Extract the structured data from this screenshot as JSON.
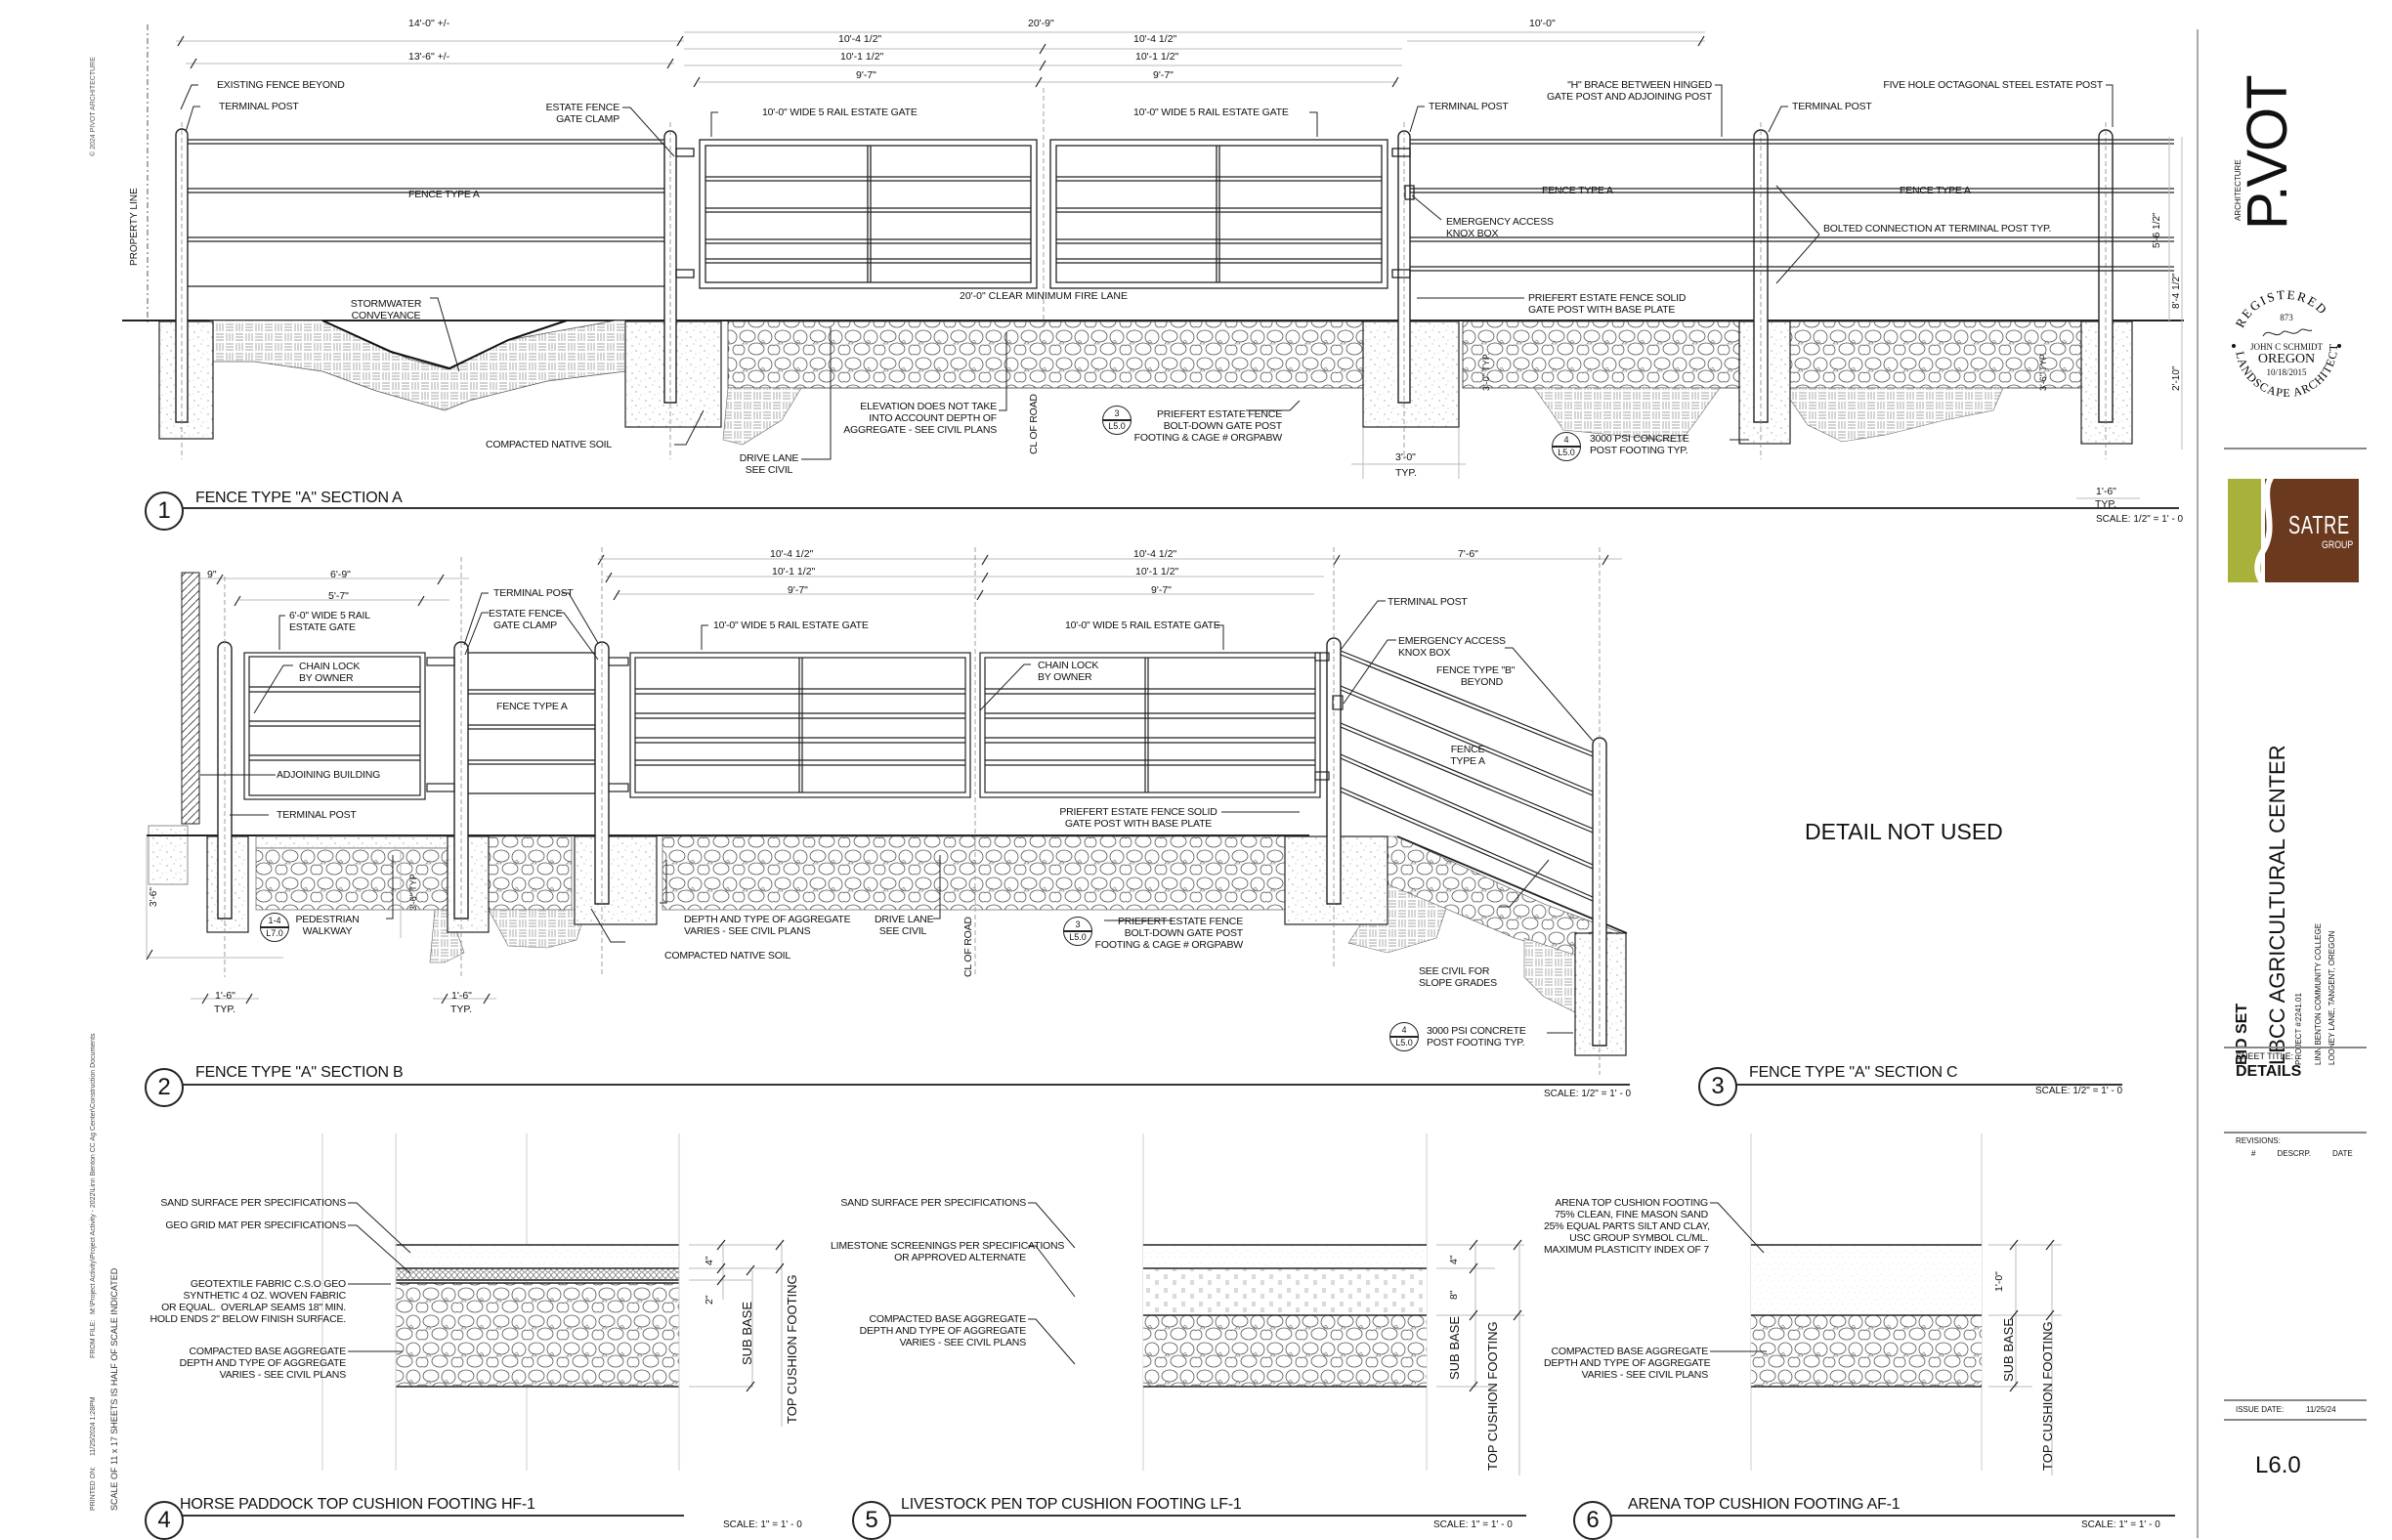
{
  "sheet": {
    "number": "L6.0",
    "title_label": "SHEET TITLE:",
    "title": "DETAILS",
    "set": "BID SET",
    "project_name": "LBCC AGRICULTURAL CENTER",
    "project_number_label": "PROJECT #:",
    "project_number": "2241.01",
    "client": "LINN BENTON COMMUNITY COLLEGE",
    "location": "LOONEY LANE, TANGENT, OREGON",
    "revisions_label": "REVISIONS:",
    "revisions_columns": [
      "#",
      "DESCRP.",
      "DATE"
    ],
    "issue_date_label": "ISSUE DATE:",
    "issue_date": "11/25/24"
  },
  "branding": {
    "firm_logo": "P.VOT",
    "firm_logo_sub": "ARCHITECTURE",
    "consultant_logo": "SATRE",
    "consultant_logo_sub": "GROUP",
    "consultant_colors": {
      "green": "#a8b23a",
      "brown": "#6b3a1e"
    },
    "stamp": {
      "top": "REGISTERED",
      "number": "873",
      "name": "JOHN C SCHMIDT",
      "state": "OREGON",
      "date": "10/18/2015",
      "bottom": "LANDSCAPE ARCHITECT"
    }
  },
  "margin": {
    "copyright": "© 2024 PIVOT ARCHITECTURE",
    "printed_on_label": "PRINTED ON:",
    "printed_on": "11/25/2024 1:28PM",
    "from_file_label": "FROM FILE:",
    "from_file": "M:\\Project Activity\\Project Activity - 2022\\Linn Benton CC Ag Center\\Construction Documents",
    "scale_note": "SCALE OF 11 x 17 SHEETS IS HALF OF SCALE INDICATED",
    "property_line": "PROPERTY LINE"
  },
  "details": [
    {
      "num": "1",
      "title": "FENCE TYPE \"A\" SECTION A",
      "scale": "SCALE: 1/2\" = 1' - 0",
      "dims": {
        "d14": "14'-0\" +/-",
        "d13": "13'-6\" +/-",
        "d209": "20'-9\"",
        "d1045a": "10'-4 1/2\"",
        "d1015a": "10'-1 1/2\"",
        "d97a": "9'-7\"",
        "d1045b": "10'-4 1/2\"",
        "d1015b": "10'-1 1/2\"",
        "d97b": "9'-7\"",
        "d100": "10'-0\"",
        "d200": "20'-0\" CLEAR MINIMUM FIRE LANE",
        "d30": "3'-0\"",
        "typ": "TYP.",
        "d30v": "3'-0\" TYP.",
        "d36v": "3'-6\" TYP.",
        "d16": "1'-6\"",
        "d5612": "5'-6 1/2\"",
        "d8412": "8'-4 1/2\"",
        "d210": "2'-10\""
      },
      "labels": {
        "existing_fence": "EXISTING FENCE BEYOND",
        "terminal_post": "TERMINAL POST",
        "gate_clamp": "ESTATE FENCE\nGATE CLAMP",
        "gate_left": "10'-0\" WIDE 5 RAIL ESTATE GATE",
        "gate_right": "10'-0\" WIDE 5 RAIL ESTATE GATE",
        "fence_type_a": "FENCE TYPE A",
        "stormwater": "STORMWATER\nCONVEYANCE",
        "compacted_soil": "COMPACTED NATIVE SOIL",
        "drive_lane": "DRIVE LANE\nSEE CIVIL",
        "elevation_note": "ELEVATION DOES NOT TAKE\nINTO ACCOUNT DEPTH OF\nAGGREGATE - SEE CIVIL PLANS",
        "cl_road": "CL OF ROAD",
        "bolt_down": "PRIEFERT ESTATE FENCE\nBOLT-DOWN GATE POST\nFOOTING & CAGE # ORGPABW",
        "ref_bolt_top": "3",
        "ref_bolt_bottom": "L5.0",
        "h_brace": "\"H\" BRACE BETWEEN HINGED\nGATE POST AND ADJOINING POST",
        "terminal_post_2": "TERMINAL POST",
        "terminal_post_3": "TERMINAL POST",
        "knox_box": "EMERGENCY ACCESS\nKNOX BOX",
        "solid_post": "PRIEFERT ESTATE FENCE SOLID\nGATE POST WITH BASE PLATE",
        "bolted": "BOLTED CONNECTION AT TERMINAL POST TYP.",
        "octagonal": "FIVE HOLE OCTAGONAL STEEL ESTATE POST",
        "footing": "3000 PSI CONCRETE\nPOST FOOTING TYP.",
        "ref_footing_top": "4",
        "ref_footing_bottom": "L5.0"
      }
    },
    {
      "num": "2",
      "title": "FENCE TYPE \"A\" SECTION B",
      "scale": "SCALE: 1/2\" = 1' - 0",
      "dims": {
        "d9": "9\"",
        "d69": "6'-9\"",
        "d57": "5'-7\"",
        "d1045a": "10'-4 1/2\"",
        "d1015a": "10'-1 1/2\"",
        "d97a": "9'-7\"",
        "d1045b": "10'-4 1/2\"",
        "d1015b": "10'-1 1/2\"",
        "d97b": "9'-7\"",
        "d76": "7'-6\"",
        "d36": "3'-6\"",
        "d36typ": "3'-6\" TYP.",
        "d16a": "1'-6\"",
        "d16b": "1'-6\"",
        "typ": "TYP."
      },
      "labels": {
        "gate_6": "6'-0\" WIDE 5 RAIL\nESTATE GATE",
        "chain_lock_1": "CHAIN LOCK\nBY OWNER",
        "adjoining": "ADJOINING BUILDING",
        "terminal_post_low": "TERMINAL POST",
        "terminal_post_top": "TERMINAL POST",
        "gate_clamp": "ESTATE FENCE\nGATE CLAMP",
        "fence_type_a": "FENCE TYPE A",
        "gate_left": "10'-0\" WIDE 5 RAIL ESTATE GATE",
        "gate_right": "10'-0\" WIDE 5 RAIL ESTATE GATE",
        "chain_lock_2": "CHAIN LOCK\nBY OWNER",
        "terminal_post_right": "TERMINAL POST",
        "knox_box": "EMERGENCY ACCESS\nKNOX BOX",
        "fence_b": "FENCE TYPE \"B\"\nBEYOND",
        "fence_a_slope": "FENCE\nTYPE A",
        "solid_post": "PRIEFERT ESTATE FENCE SOLID\nGATE POST WITH BASE PLATE",
        "walkway": "PEDESTRIAN\nWALKWAY",
        "ref_walk_top": "1-4",
        "ref_walk_bottom": "L7.0",
        "depth_aggregate": "DEPTH AND TYPE OF AGGREGATE\nVARIES - SEE CIVIL PLANS",
        "drive_lane": "DRIVE LANE\nSEE CIVIL",
        "cl_road": "CL OF ROAD",
        "compacted_soil": "COMPACTED NATIVE SOIL",
        "bolt_down": "PRIEFERT ESTATE FENCE\nBOLT-DOWN GATE POST\nFOOTING & CAGE # ORGPABW",
        "ref_bolt_top": "3",
        "ref_bolt_bottom": "L5.0",
        "slope": "SEE CIVIL FOR\nSLOPE GRADES",
        "footing": "3000 PSI CONCRETE\nPOST FOOTING TYP.",
        "ref_footing_top": "4",
        "ref_footing_bottom": "L5.0"
      }
    },
    {
      "num": "3",
      "title": "FENCE TYPE \"A\" SECTION C",
      "scale": "SCALE: 1/2\" = 1' - 0",
      "note": "DETAIL NOT USED"
    },
    {
      "num": "4",
      "title": "HORSE PADDOCK TOP CUSHION FOOTING HF-1",
      "scale": "SCALE: 1\" = 1' - 0",
      "labels": {
        "sand": "SAND SURFACE PER SPECIFICATIONS",
        "geogrid": "GEO GRID MAT PER SPECIFICATIONS",
        "geotextile": "GEOTEXTILE FABRIC C.S.O GEO\nSYNTHETIC 4 OZ. WOVEN FABRIC\nOR EQUAL.  OVERLAP SEAMS 18\" MIN.\nHOLD ENDS 2\" BELOW FINISH SURFACE.",
        "base": "COMPACTED BASE AGGREGATE\nDEPTH AND TYPE OF AGGREGATE\nVARIES - SEE CIVIL PLANS"
      },
      "dims": {
        "d4": "4\"",
        "d2": "2\"",
        "sub_base": "SUB BASE",
        "top_cushion": "TOP CUSHION FOOTING"
      }
    },
    {
      "num": "5",
      "title": "LIVESTOCK PEN TOP CUSHION FOOTING LF-1",
      "scale": "SCALE: 1\" = 1' - 0",
      "labels": {
        "sand": "SAND SURFACE PER SPECIFICATIONS",
        "limestone": "LIMESTONE SCREENINGS PER SPECIFICATIONS\nOR APPROVED ALTERNATE",
        "base": "COMPACTED BASE AGGREGATE\nDEPTH AND TYPE OF AGGREGATE\nVARIES - SEE CIVIL PLANS"
      },
      "dims": {
        "d4": "4\"",
        "d8": "8\"",
        "sub_base": "SUB BASE",
        "top_cushion": "TOP CUSHION FOOTING"
      }
    },
    {
      "num": "6",
      "title": "ARENA TOP CUSHION FOOTING AF-1",
      "scale": "SCALE: 1\" = 1' - 0",
      "labels": {
        "arena": "ARENA TOP CUSHION FOOTING\n75% CLEAN, FINE MASON SAND\n25% EQUAL PARTS SILT AND CLAY,\nUSC GROUP SYMBOL CL/ML.\nMAXIMUM PLASTICITY INDEX OF 7",
        "base": "COMPACTED BASE AGGREGATE\nDEPTH AND TYPE OF AGGREGATE\nVARIES - SEE CIVIL PLANS"
      },
      "dims": {
        "d10": "1'-0\"",
        "sub_base": "SUB BASE",
        "top_cushion": "TOP CUSHION FOOTING"
      }
    }
  ]
}
